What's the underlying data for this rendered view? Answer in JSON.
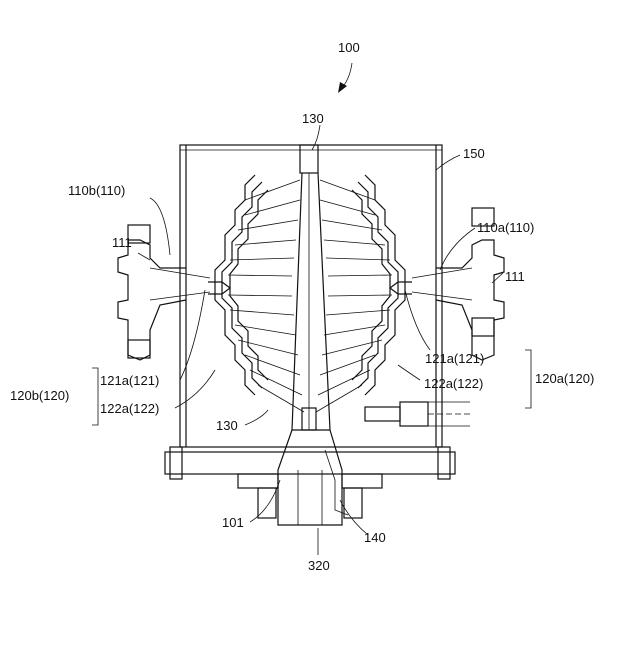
{
  "figure": {
    "label_100": "100",
    "label_130_top": "130",
    "label_150": "150",
    "label_110b": "110b(110)",
    "label_110a": "110a(110)",
    "label_111_left": "111",
    "label_111_right": "111",
    "label_121a_right": "121a(121)",
    "label_122a_right": "122a(122)",
    "label_120a": "120a(120)",
    "label_120b": "120b(120)",
    "label_121a_left": "121a(121)",
    "label_122a_left": "122a(122)",
    "label_130_bottom": "130",
    "label_101": "101",
    "label_140": "140",
    "label_320": "320"
  }
}
